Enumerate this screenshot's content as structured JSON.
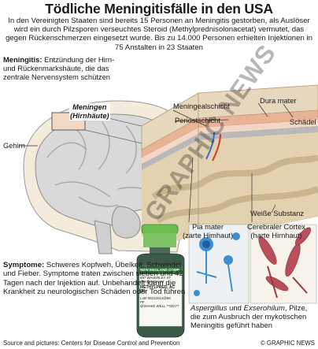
{
  "title": "Tödliche Meningitisfälle in den USA",
  "intro": "In den Vereinigten Staaten sind bereits 15 Personen an Meningitis gestorben, als Auslöser wird ein durch Pilzsporen verseuchtes Steroid (Methylprednisolonacetat) vermutet, das gegen Rückenschmerzen eingesetzt wurde. Bis zu 14.000 Personen erhielten Injektionen in 75 Anstalten in 23 Staaten",
  "definition": {
    "term": "Meningitis:",
    "text": " Entzündung der Hirn- und Rückenmarkshäute, die das zentrale Nervensystem schützen"
  },
  "labels": {
    "meningen": "Meningen",
    "meningen_sub": "(Hirnhäute)",
    "gehirn": "Gehirn",
    "meningealschicht": "Meningealschicht",
    "periostschicht": "Periostschicht",
    "dura_mater": "Dura mater",
    "schaedel": "Schädel",
    "weisse_substanz": "Weiße Substanz",
    "pia_mater": "Pia mater",
    "pia_mater_sub": "(zarte Himhaut)",
    "cortex": "Cerebraler Cortex",
    "cortex_sub": "(harte Hirnhaut)"
  },
  "vial": {
    "line1": "NEW ENGLAND COMP",
    "line2": "697 WAVERLEY ST",
    "line3": "FRAMINGHAM",
    "line4": "METHYLPRED. AC (P)",
    "line5": "Lot# 05212012@68",
    "line6": "PF",
    "line7": "@SHAKE WELL **SDV**"
  },
  "symptoms": {
    "term": "Symptome:",
    "text": " Schweres Kopfweh, Übelkeit, Schwindel und Fieber. Symptome traten zwischen sieben und 42 Tagen nach der Injektion auf. Unbehandelt kann die Krankheit zu neurologischen Schäden oder Tod führen"
  },
  "fungi_caption": {
    "name1": "Aspergillus",
    "und": " und ",
    "name2": "Exserohilum",
    "text": ", Pilze, die zum Ausbruch der mykotischen Meningitis geführt haben"
  },
  "source": "Source and pictures: Centers for Disease Control and Prevention",
  "credit": "© GRAPHIC NEWS",
  "watermark": "GRAPHIC NEWS",
  "colors": {
    "skull": "#eadfc6",
    "meninges": "#e4b49a",
    "brain": "#d8d8d8",
    "vial_cap": "#64b548",
    "vial_glass": "#3f5f4c",
    "fungi_bg": "#f2ece2",
    "aspergillus": "#3e92cf",
    "exserohilum": "#b04a52"
  }
}
